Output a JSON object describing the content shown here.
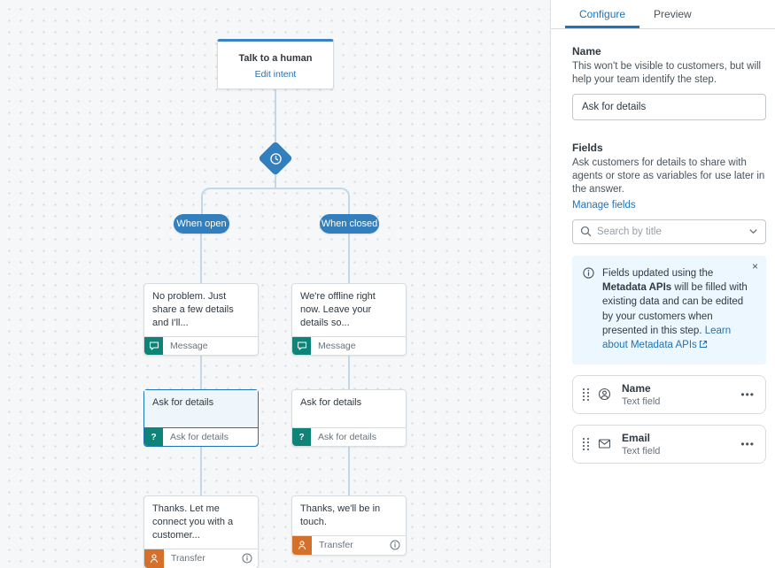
{
  "colors": {
    "accent_blue": "#1f73b7",
    "node_blue": "#337fbd",
    "message_teal": "#0e8478",
    "transfer_orange": "#d5702a",
    "banner_bg": "#edf7ff",
    "connector": "#c4d7e9"
  },
  "flow": {
    "intent_node": {
      "title": "Talk to a human",
      "link": "Edit intent"
    },
    "branch_open": {
      "label": "When open"
    },
    "branch_closed": {
      "label": "When closed"
    },
    "open_message": {
      "text": "No problem. Just share a few details and I'll...",
      "type_label": "Message"
    },
    "closed_message": {
      "text": "We're offline right now. Leave your details so...",
      "type_label": "Message"
    },
    "open_ask": {
      "text": "Ask for details",
      "type_label": "Ask for details",
      "icon_glyph": "?"
    },
    "closed_ask": {
      "text": "Ask for details",
      "type_label": "Ask for details",
      "icon_glyph": "?"
    },
    "open_transfer": {
      "text": "Thanks. Let me connect you with a customer...",
      "type_label": "Transfer"
    },
    "closed_transfer": {
      "text": "Thanks, we'll be in touch.",
      "type_label": "Transfer"
    }
  },
  "panel": {
    "tabs": [
      {
        "label": "Configure"
      },
      {
        "label": "Preview"
      }
    ],
    "name_section": {
      "label": "Name",
      "description": "This won't be visible to customers, but will help your team identify the step.",
      "input_value": "Ask for details"
    },
    "fields_section": {
      "label": "Fields",
      "description": "Ask customers for details to share with agents or store as variables for use later in the answer.",
      "manage_link": "Manage fields",
      "search_placeholder": "Search by title"
    },
    "banner": {
      "text_before_bold": "Fields updated using the ",
      "bold_text": "Metadata APIs",
      "text_after_bold": " will be filled with existing data and can be edited by your customers when presented in this step. ",
      "link_text": "Learn about Metadata APIs",
      "close_glyph": "×"
    },
    "fields": [
      {
        "title": "Name",
        "subtitle": "Text field"
      },
      {
        "title": "Email",
        "subtitle": "Text field"
      }
    ]
  }
}
